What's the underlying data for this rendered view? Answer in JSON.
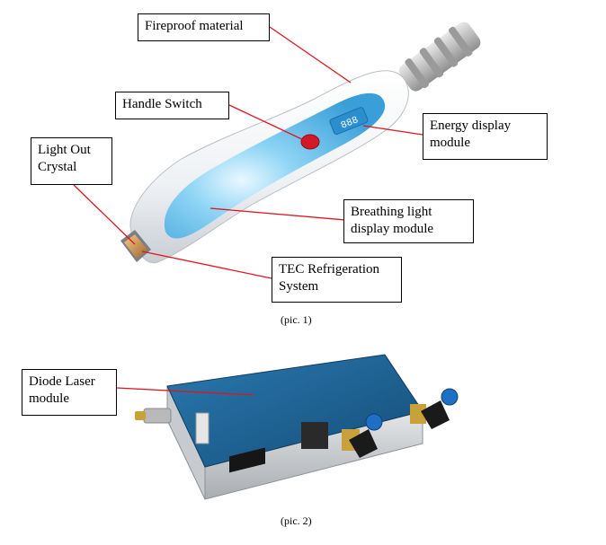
{
  "labels": {
    "fireproof": "Fireproof material",
    "handle_switch": "Handle Switch",
    "energy_display": "Energy display\nmodule",
    "light_out": "Light Out\nCrystal",
    "breathing_light": "Breathing light\ndisplay module",
    "tec": "TEC Refrigeration\nSystem",
    "diode_laser": "Diode Laser\nmodule"
  },
  "display_digits": "888",
  "captions": {
    "pic1": "(pic. 1)",
    "pic2": "(pic. 2)"
  },
  "colors": {
    "leader_line": "#e0141e",
    "box_border": "#000000",
    "handle_body": "#f4f6f8",
    "handle_panel": "#4fb7e6",
    "switch_button": "#d11a24",
    "module_top": "#1d5f8f",
    "connector_blue": "#1f6fc4"
  }
}
